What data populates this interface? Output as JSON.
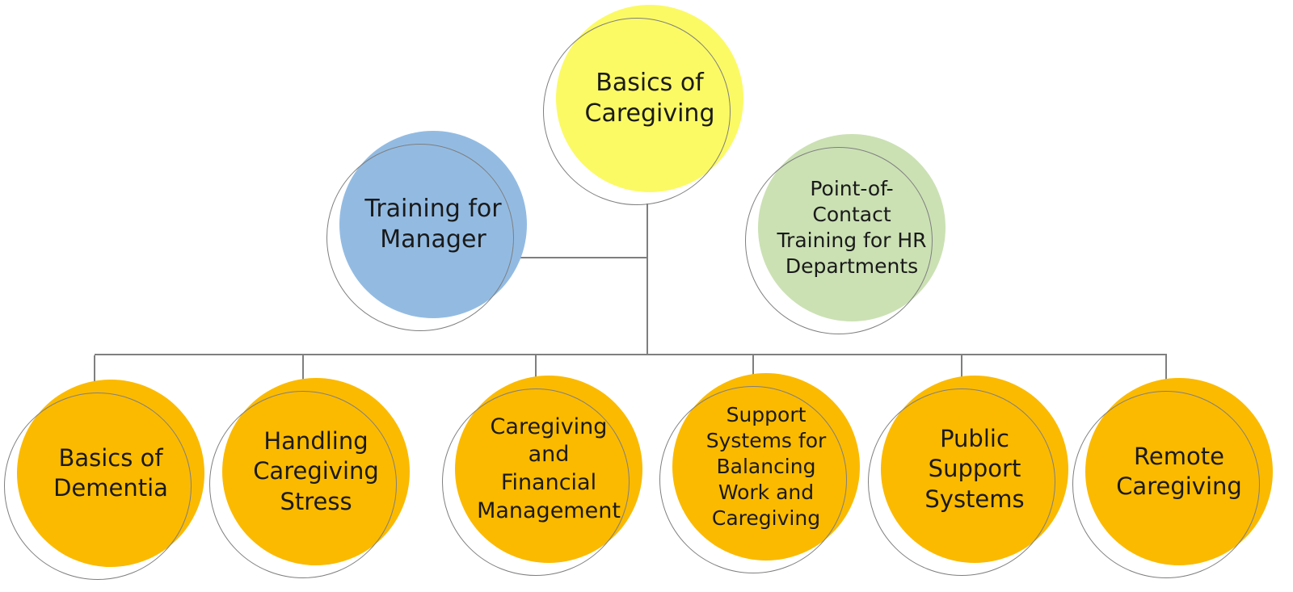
{
  "background_color": "#ffffff",
  "connector_color": "#7f7f7f",
  "outline_color": "#7f7f7f",
  "text_color": "#1a1a1a",
  "nodes": [
    {
      "id": "basics-of-caregiving",
      "label": "Basics of\nCaregiving",
      "color": "#FBFA64"
    },
    {
      "id": "training-for-manager",
      "label": "Training for\nManager",
      "color": "#93BBE2"
    },
    {
      "id": "poc-training-for-hr-departments",
      "label": "Point-of-\nContact\nTraining for HR\nDepartments",
      "color": "#CBE1B4"
    },
    {
      "id": "basics-of-dementia",
      "label": "Basics of\nDementia",
      "color": "#FBBA00"
    },
    {
      "id": "handling-caregiving-stress",
      "label": "Handling\nCaregiving\nStress",
      "color": "#FBBA00"
    },
    {
      "id": "caregiving-and-financial-management",
      "label": "Caregiving\nand\nFinancial\nManagement",
      "color": "#FBBA00"
    },
    {
      "id": "support-systems-balancing-work-caregiving",
      "label": "Support\nSystems for\nBalancing\nWork and\nCaregiving",
      "color": "#FBBA00"
    },
    {
      "id": "public-support-systems",
      "label": "Public\nSupport\nSystems",
      "color": "#FBBA00"
    },
    {
      "id": "remote-caregiving",
      "label": "Remote\nCaregiving",
      "color": "#FBBA00"
    }
  ]
}
